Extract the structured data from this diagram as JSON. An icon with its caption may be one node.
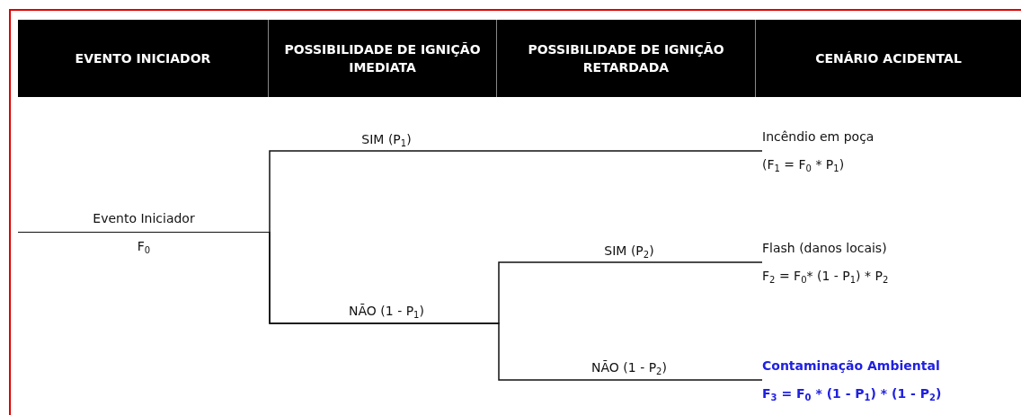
{
  "diagram": {
    "nodes": [
      {
        "text": [
          "Evento Iniciador",
          "F$_{0}$"
        ]
      },
      {
        "text": [
          "Incêndio em poça",
          "(F$_{1}$ = F$_{0}$ * P$_{1}$)"
        ]
      },
      {
        "text": [
          "Flash (danos locais)",
          "F$_{2}$ = F$_{0}$* (1 - P$_{1}$) * P$_{2}$"
        ]
      },
      {
        "text": [
          "Contaminação Ambiental",
          "F$_{3}$ = F$_{0}$ * (1 - P$_{1}$) * (1 - P$_{2}$)"
        ]
      }
    ],
    "edges": [
      {
        "from": 0,
        "to": 1,
        "arrow": "none",
        "label": "SIM (P$_{1}$)"
      },
      {
        "from": 0,
        "to": 2,
        "arrow": "none",
        "label": "SIM (P$_{2}$)"
      },
      {
        "from": 0,
        "to": 3,
        "arrow": "none",
        "label": "NÃO (1 - P$_{2}$)"
      }
    ],
    "labels": [
      "EVENTO INICIADOR",
      "POSSIBILIDADE DE IGNIÇÃO IMEDIATA",
      "POSSIBILIDADE DE IGNIÇÃO RETARDADA",
      "CENÁRIO ACIDENTAL",
      "NÃO (1 - P$_{1}$)"
    ]
  }
}
